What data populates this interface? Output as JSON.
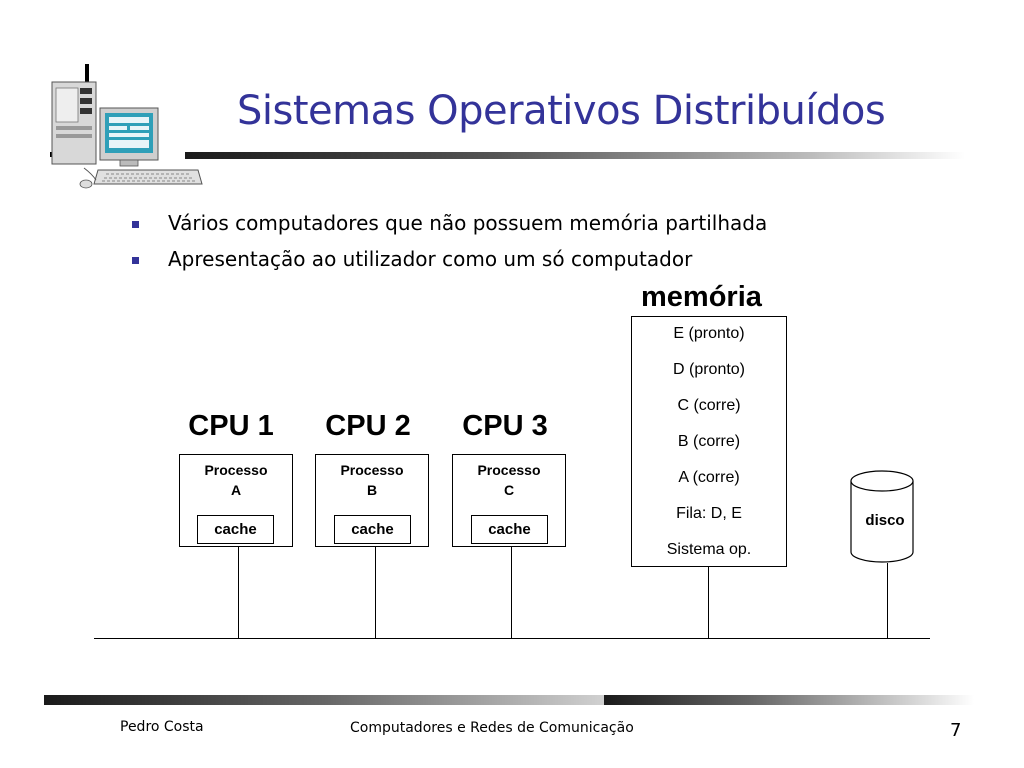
{
  "slide": {
    "title": "Sistemas Operativos Distribuídos",
    "bullets": [
      "Vários computadores que não possuem memória partilhada",
      "Apresentação ao utilizador como um só computador"
    ]
  },
  "diagram": {
    "cpus": [
      {
        "label": "CPU 1",
        "process_line1": "Processo",
        "process_line2": "A",
        "cache": "cache"
      },
      {
        "label": "CPU 2",
        "process_line1": "Processo",
        "process_line2": "B",
        "cache": "cache"
      },
      {
        "label": "CPU 3",
        "process_line1": "Processo",
        "process_line2": "C",
        "cache": "cache"
      }
    ],
    "memory": {
      "title": "memória",
      "rows": [
        "E (pronto)",
        "D (pronto)",
        "C (corre)",
        "B (corre)",
        "A (corre)",
        "Fila: D, E",
        "Sistema op."
      ]
    },
    "disk": {
      "label": "disco"
    }
  },
  "footer": {
    "author": "Pedro Costa",
    "course": "Computadores e Redes de Comunicação",
    "page": "7"
  },
  "colors": {
    "title": "#333399",
    "bullet": "#333399"
  }
}
